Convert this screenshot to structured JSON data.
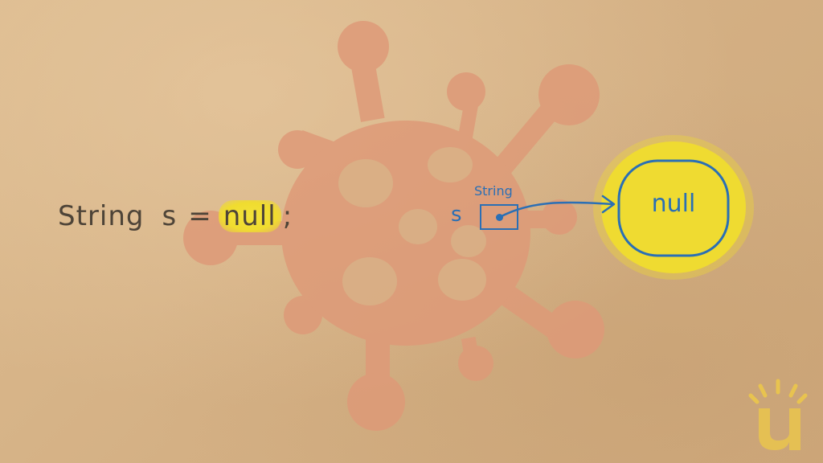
{
  "code": {
    "type": "String",
    "variable": "s",
    "operator": "=",
    "value": "null",
    "terminator": ";"
  },
  "diagram": {
    "variable_label": "s",
    "type_label": "String",
    "target_label": "null"
  },
  "colors": {
    "background": "#d8b68a",
    "virus": "#de9a78",
    "highlight": "#f0dc2f",
    "ink": "#2a6fb5",
    "code_text": "#4e4438",
    "logo": "#e8c34f"
  },
  "icons": {
    "background": "virus-icon",
    "logo": "u-logo-icon"
  }
}
